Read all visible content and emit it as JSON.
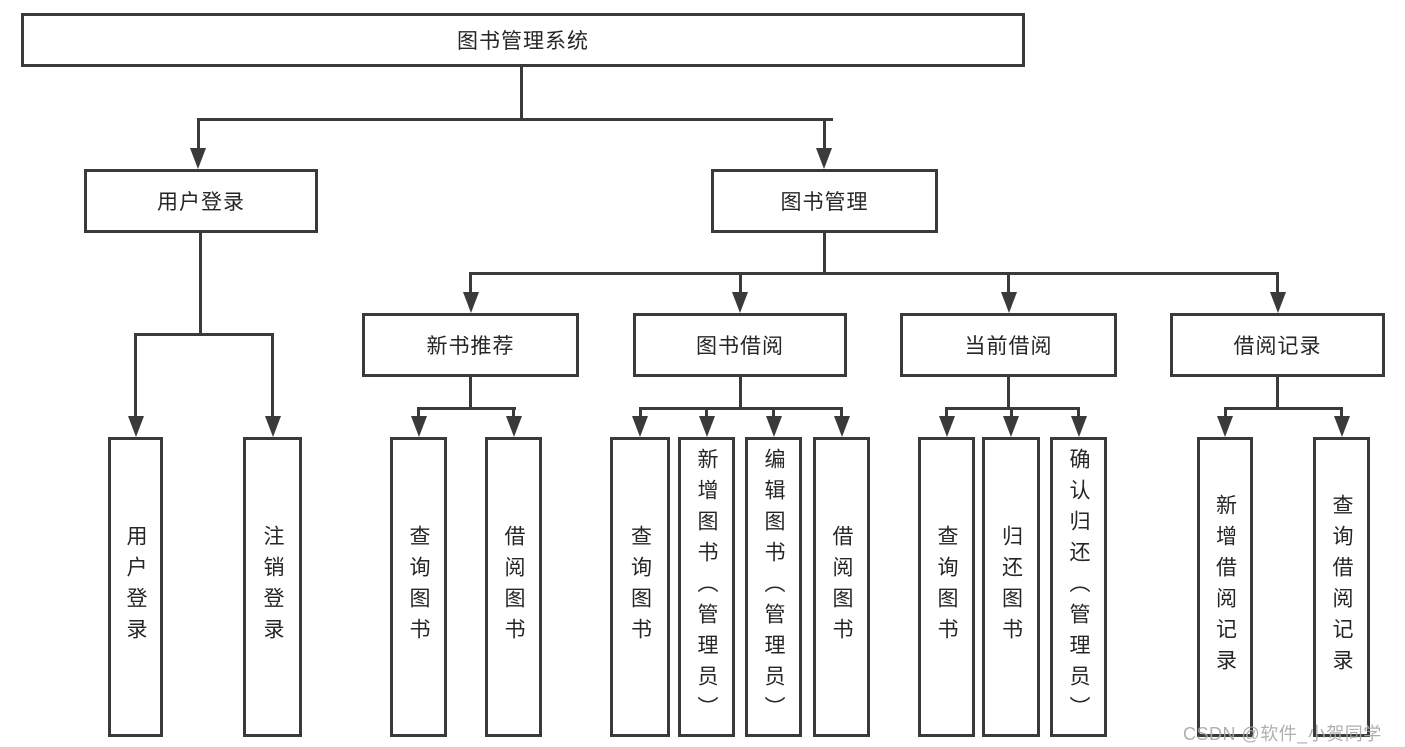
{
  "tree": {
    "root": "图书管理系统",
    "children": [
      {
        "label": "用户登录",
        "leaves": [
          "用户登录",
          "注销登录"
        ]
      },
      {
        "label": "图书管理",
        "children": [
          {
            "label": "新书推荐",
            "leaves": [
              "查询图书",
              "借阅图书"
            ]
          },
          {
            "label": "图书借阅",
            "leaves": [
              "查询图书",
              "新增图书（管理员）",
              "编辑图书（管理员）",
              "借阅图书"
            ]
          },
          {
            "label": "当前借阅",
            "leaves": [
              "查询图书",
              "归还图书",
              "确认归还（管理员）"
            ]
          },
          {
            "label": "借阅记录",
            "leaves": [
              "新增借阅记录",
              "查询借阅记录"
            ]
          }
        ]
      }
    ]
  },
  "watermark": {
    "text": "CSDN @软件_小贺同学"
  },
  "colors": {
    "line": "#3a3a3a",
    "text": "#262626",
    "watermark": "#a9a9a9",
    "background": "#ffffff"
  }
}
